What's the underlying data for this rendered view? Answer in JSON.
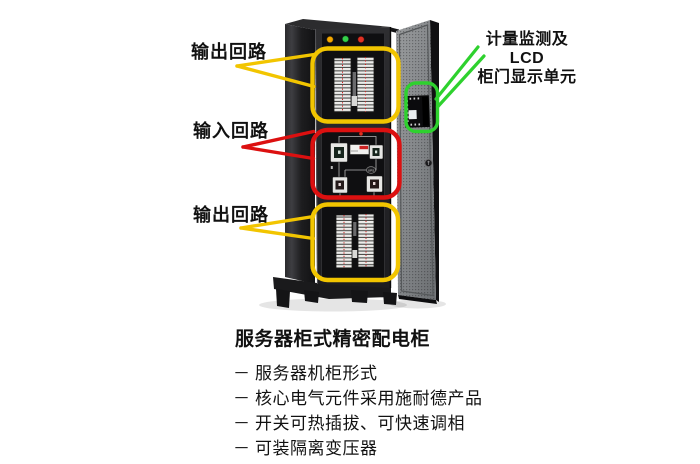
{
  "figure": {
    "background_color": "#ffffff",
    "subject": "server-rack precision power distribution cabinet diagram"
  },
  "callouts": {
    "output_top": {
      "label": "输出回路",
      "color": "#f2c500"
    },
    "input": {
      "label": "输入回路",
      "color": "#dc1010"
    },
    "output_bottom": {
      "label": "输出回路",
      "color": "#f2c500"
    },
    "lcd_display": {
      "lines": [
        "计量监测及",
        "LCD",
        "柜门显示单元"
      ],
      "color": "#2ed12e"
    }
  },
  "description": {
    "title": "服务器柜式精密配电柜",
    "bullet_marker": "－",
    "bullets": [
      "服务器机柜形式",
      "核心电气元件采用施耐德产品",
      "开关可热插拔、可快速调相",
      "可装隔离变压器"
    ]
  },
  "cabinet": {
    "indicator_light_colors": [
      "#f5a800",
      "#35d04a",
      "#e03224"
    ],
    "body_color": "#232326",
    "door_color": "#8d8f91",
    "breaker_strip_color": "#ececea"
  }
}
